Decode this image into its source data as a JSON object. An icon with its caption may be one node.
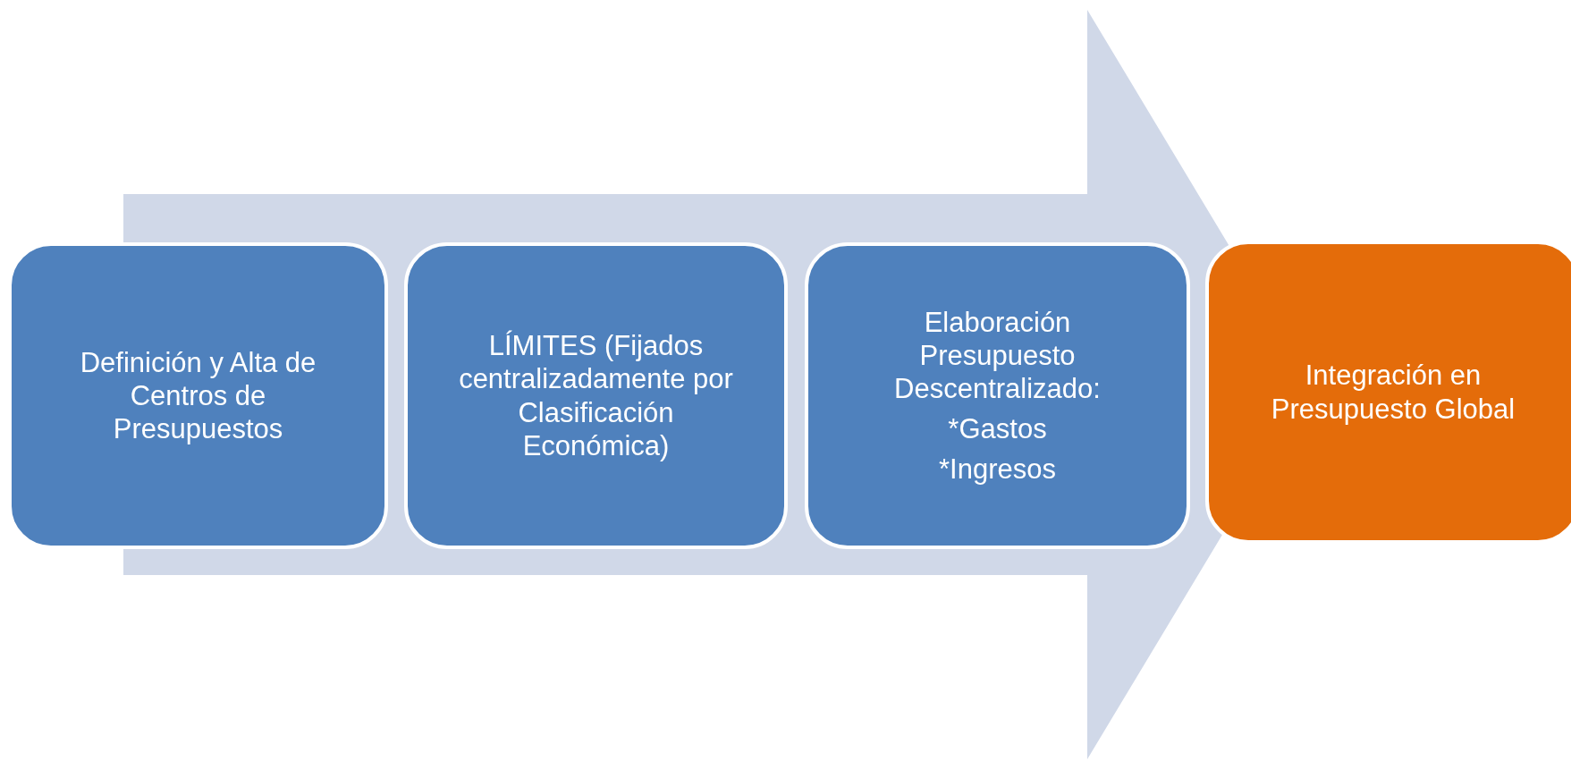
{
  "diagram": {
    "nodes": [
      {
        "text": [
          "Definición y Alta de Centros de Presupuestos"
        ]
      },
      {
        "text": [
          "LÍMITES (Fijados centralizadamente por Clasificación Económica)"
        ]
      },
      {
        "text": [
          "Elaboración Presupuesto Descentralizado:",
          "*Gastos",
          "*Ingresos"
        ]
      },
      {
        "text": [
          "Integración en Presupuesto Global"
        ]
      }
    ],
    "edges": [
      {
        "from": 0,
        "to": 3,
        "arrow": "to"
      }
    ]
  }
}
